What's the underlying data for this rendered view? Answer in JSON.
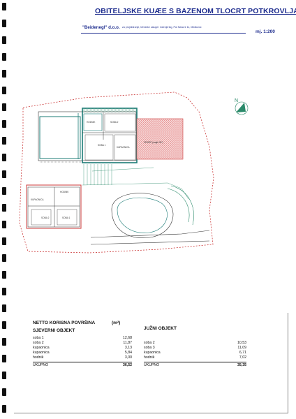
{
  "header": {
    "title": "OBITELJSKE KUÆE S BAZENOM TLOCRT POTKROVLJA",
    "company": "\"Beidenegl\" d.o.o.",
    "tagline": "za projektiranje, tehničke usluge i inženjering, Put Nanore 11, Medkovic",
    "scale": "mj. 1:200"
  },
  "plan": {
    "north_label": "N",
    "room_labels": [
      "HODNIK",
      "SOBA 2",
      "SOBA 1",
      "KUPAONICA",
      "HODNIK",
      "SOBA 2",
      "SOBA 1",
      "KUPAONICA",
      "CRIJEP (nagib 30°)"
    ]
  },
  "areas": {
    "title": "NETTO KORISNA POVRŠINA",
    "unit": "(m²)",
    "north_object": {
      "title": "SJEVERNI OBJEKT",
      "rows": [
        {
          "name": "soba 1",
          "value": "12,68"
        },
        {
          "name": "soba 2",
          "value": "11,87"
        },
        {
          "name": "kupaonica",
          "value": "3,13"
        },
        {
          "name": "kupaonica",
          "value": "5,84"
        },
        {
          "name": "hodnik",
          "value": "3,00"
        }
      ],
      "total_label": "UKUPNO",
      "total_value": "36,52"
    },
    "south_object": {
      "title": "JUŽNI OBJEKT",
      "rows": [
        {
          "name": "soba 2",
          "value": "10,53"
        },
        {
          "name": "soba 3",
          "value": "11,09"
        },
        {
          "name": "kupaonica",
          "value": "6,71"
        },
        {
          "name": "hodnik",
          "value": "7,02"
        }
      ],
      "total_label": "UKUPNO",
      "total_value": "35,35"
    }
  }
}
